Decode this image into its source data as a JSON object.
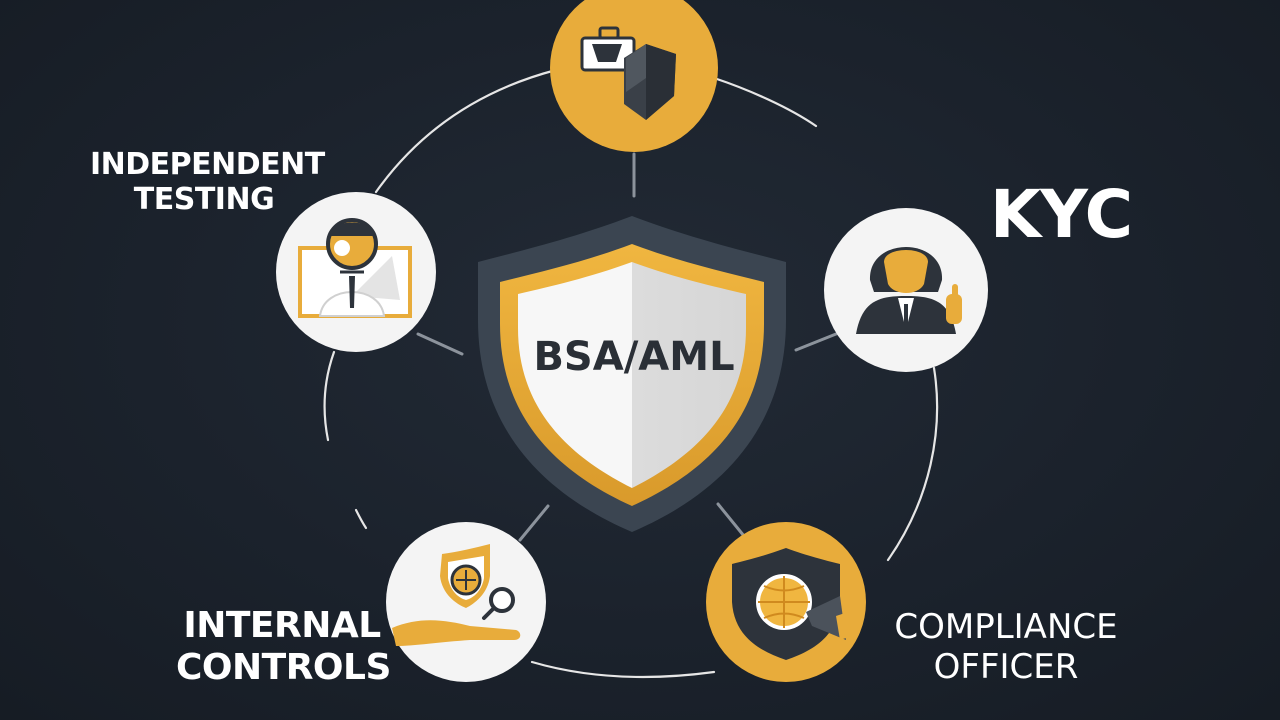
{
  "center": {
    "title": "BSA/AML"
  },
  "nodes": {
    "top": {
      "icon": "briefcase-and-shield-icon"
    },
    "independent_testing": {
      "icon": "auditor-document-icon",
      "label_line1": "INDEPENDENT",
      "label_line2": "TESTING"
    },
    "kyc": {
      "icon": "customer-identity-icon",
      "label": "KYC"
    },
    "internal_controls": {
      "icon": "hand-shield-magnifier-icon",
      "label_line1": "INTERNAL",
      "label_line2": "CONTROLS"
    },
    "compliance_officer": {
      "icon": "globe-shield-megaphone-icon",
      "label_line1": "COMPLIANCE",
      "label_line2": "OFFICER"
    }
  },
  "colors": {
    "background": "#1b222c",
    "accent_gold": "#e8ac3b",
    "shield_gray": "#3b4551",
    "shield_face": "#f2f2f2",
    "node_white": "#f4f4f4",
    "text": "#ffffff"
  }
}
